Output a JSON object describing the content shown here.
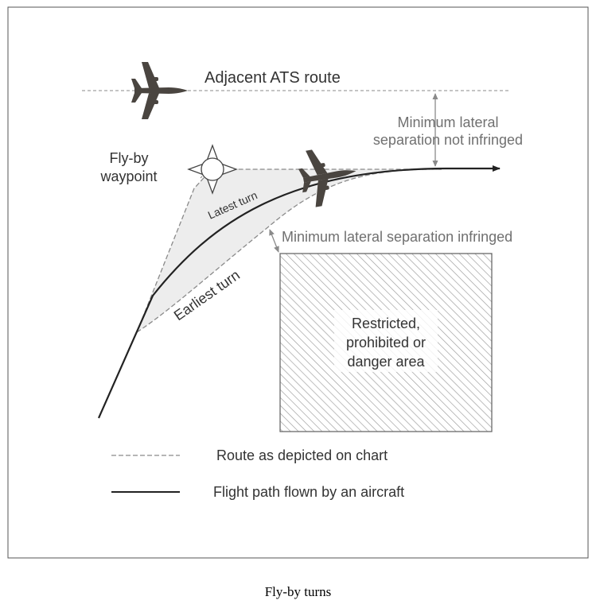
{
  "labels": {
    "adjacent_route": "Adjacent ATS route",
    "min_sep_not_infringed_1": "Minimum lateral",
    "min_sep_not_infringed_2": "separation not infringed",
    "flyby_1": "Fly-by",
    "flyby_2": "waypoint",
    "latest_turn": "Latest turn",
    "earliest_turn": "Earliest turn",
    "min_sep_infringed": "Minimum lateral separation infringed",
    "restricted_1": "Restricted,",
    "restricted_2": "prohibited or",
    "restricted_3": "danger area"
  },
  "legend": {
    "route_depicted": "Route as depicted on chart",
    "flight_path": "Flight path flown by an aircraft"
  },
  "caption": "Fly-by turns",
  "colors": {
    "frame": "#555555",
    "flight_path": "#222222",
    "route_dash": "#8a8a8a",
    "turn_area_fill": "#ededed",
    "gray_text": "#707070",
    "dark_text": "#333333",
    "aircraft": "#4a4540",
    "hatch": "#9a9a9a"
  }
}
